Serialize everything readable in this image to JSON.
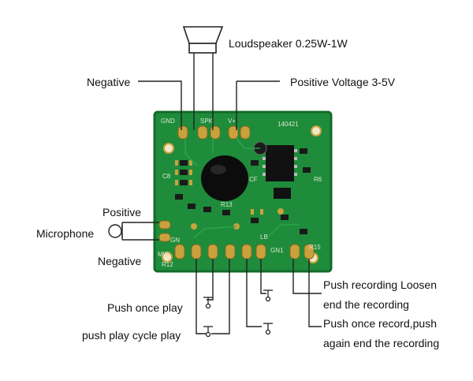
{
  "labels": {
    "loudspeaker": "Loudspeaker 0.25W-1W",
    "negative_top": "Negative",
    "positive_voltage": "Positive Voltage 3-5V",
    "positive_mic": "Positive",
    "microphone": "Microphone",
    "negative_mic": "Negative",
    "push_once_play": "Push once play",
    "push_play_cycle": "push play cycle play",
    "push_recording_line1": "Push recording Loosen",
    "push_recording_line2": "end the recording",
    "push_once_record_line1": "Push once record,push",
    "push_once_record_line2": "again end the recording"
  },
  "silkscreen": {
    "gnd": "GND",
    "spk": "SPK",
    "vplus": "V+",
    "date": "140421",
    "gn_left": "GN",
    "mic": "MIC",
    "gn1": "GN1",
    "lb": "LB",
    "r12": "R12",
    "r15": "R15",
    "c8": "C8",
    "r13": "R13",
    "cf": "CF",
    "r6": "R6"
  },
  "colors": {
    "board": "#1e8c3a",
    "board_edge": "#136b2a",
    "pad": "#c9a23e",
    "line": "#222222"
  }
}
